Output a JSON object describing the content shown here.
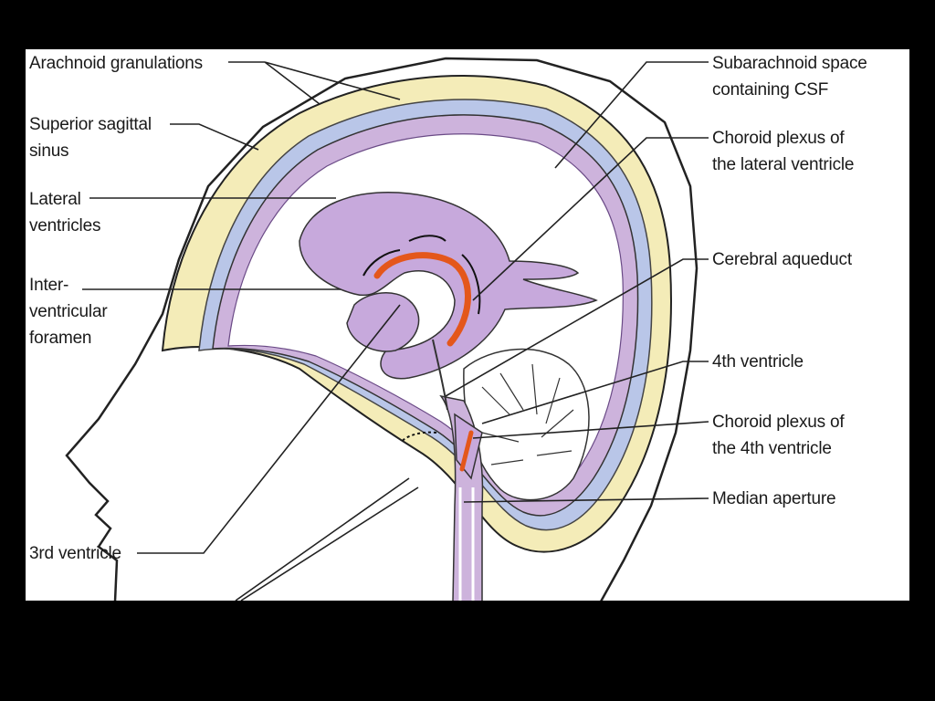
{
  "colors": {
    "background": "#000000",
    "panel": "#ffffff",
    "bone": "#f4ecb8",
    "csf_space": "#b9c6e8",
    "brain_tissue": "#cdb3dc",
    "ventricle": "#c7a9dc",
    "plexus": "#e4571b",
    "leader_line": "#222222"
  },
  "labels": {
    "arachnoid_granulations": "Arachnoid granulations",
    "superior_sagittal_sinus_1": "Superior sagittal",
    "superior_sagittal_sinus_2": "sinus",
    "lateral_ventricles_1": "Lateral",
    "lateral_ventricles_2": "ventricles",
    "interventricular_foramen_1": "Inter-",
    "interventricular_foramen_2": "ventricular",
    "interventricular_foramen_3": "foramen",
    "third_ventricle": "3rd ventricle",
    "subarachnoid_space_1": "Subarachnoid space",
    "subarachnoid_space_2": "containing CSF",
    "choroid_plexus_lateral_1": "Choroid plexus of",
    "choroid_plexus_lateral_2": "the lateral ventricle",
    "cerebral_aqueduct": "Cerebral aqueduct",
    "fourth_ventricle": "4th ventricle",
    "choroid_plexus_fourth_1": "Choroid plexus of",
    "choroid_plexus_fourth_2": "the 4th ventricle",
    "median_aperture": "Median aperture"
  }
}
